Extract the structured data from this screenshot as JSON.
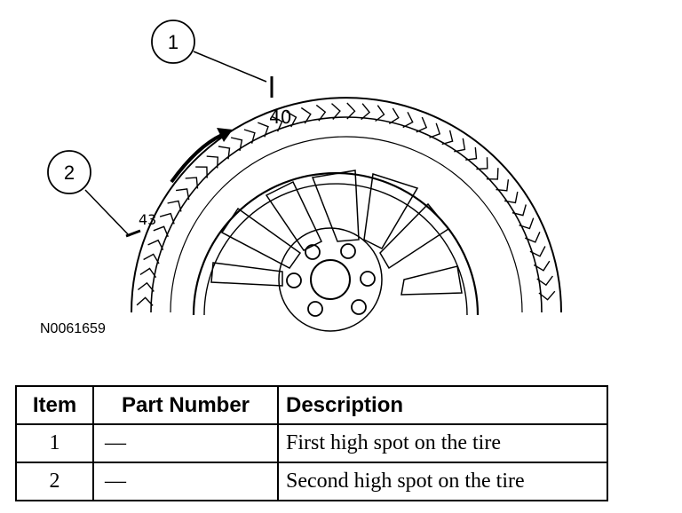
{
  "figure": {
    "id": "N0061659",
    "callouts": [
      {
        "number": "1"
      },
      {
        "number": "2"
      }
    ],
    "tire_marks": {
      "first": "40",
      "second": "43"
    }
  },
  "table": {
    "headers": {
      "item": "Item",
      "part_number": "Part Number",
      "description": "Description"
    },
    "rows": [
      {
        "item": "1",
        "part_number": "—",
        "description": "First high spot on the tire"
      },
      {
        "item": "2",
        "part_number": "—",
        "description": "Second high spot on the tire"
      }
    ]
  }
}
